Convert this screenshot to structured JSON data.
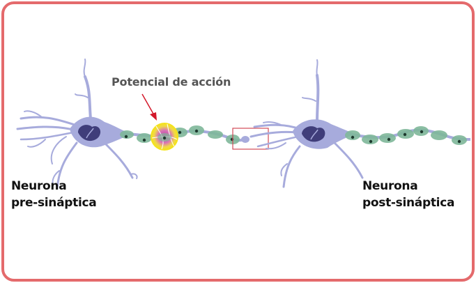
{
  "diagram": {
    "annotation": "Potencial de acción",
    "left_neuron": {
      "line1": "Neurona",
      "line2": "pre-sináptica"
    },
    "right_neuron": {
      "line1": "Neurona",
      "line2": "post-sináptica"
    }
  },
  "colors": {
    "frame": "#e46a6c",
    "neuron_body": "#a7abdc",
    "nucleus": "#3f3d7a",
    "myelin": "#7fb89a",
    "node_dot": "#1e3a2e",
    "arrow": "#d3182a",
    "action_potential_outer": "#f3e514",
    "action_potential_inner": "#c84fa0",
    "synapse_box": "#d14a58"
  }
}
